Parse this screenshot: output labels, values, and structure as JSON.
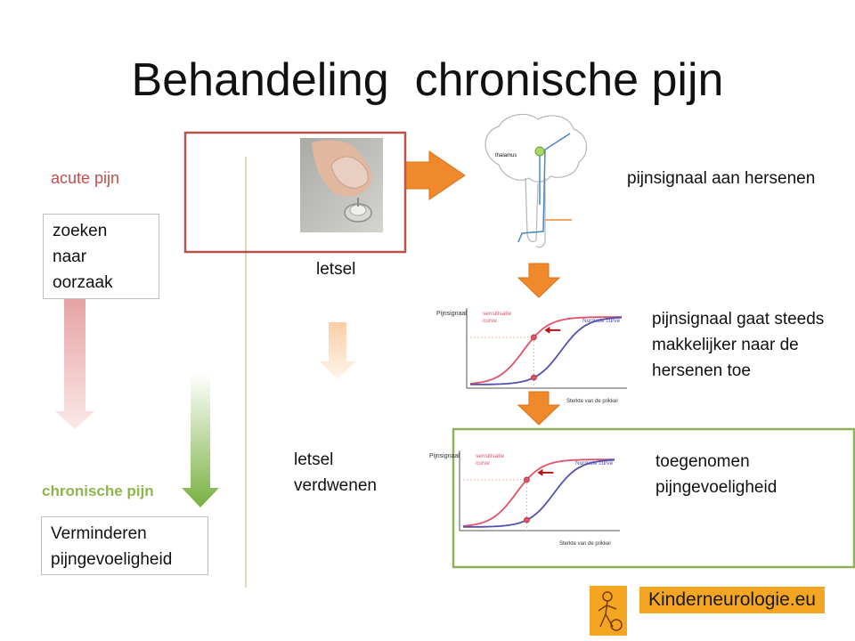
{
  "title": "Behandeling  chronische pijn",
  "left": {
    "acute_label": "acute pijn",
    "acute_box": [
      "zoeken",
      "naar",
      "oorzaak"
    ],
    "chronic_label": "chronische pijn",
    "chronic_box": [
      "Verminderen",
      "pijngevoeligheid"
    ]
  },
  "middle": {
    "letsel": "letsel",
    "letsel_verdwenen": [
      "letsel",
      "verdwenen"
    ]
  },
  "right": {
    "signal_brain": "pijnsignaal aan hersenen",
    "brain_label": "thalamus",
    "signal_easier": [
      "pijnsignaal gaat steeds",
      "makkelijker naar de",
      "hersenen toe"
    ],
    "increased_sensitivity": [
      "toegenomen",
      "pijngevoeligheid"
    ]
  },
  "chart_data": [
    {
      "type": "line",
      "ylabel": "Pijnsignaal",
      "xlabel": "Sterkte van de prikkel",
      "series": [
        {
          "name": "sensitisatie curve",
          "color": "#e0526a"
        },
        {
          "name": "Normale curve",
          "color": "#5050b0"
        }
      ]
    },
    {
      "type": "line",
      "ylabel": "Pijnsignaal",
      "xlabel": "Sterkte van de prikkel",
      "series": [
        {
          "name": "sensitisatie curve",
          "color": "#e0526a"
        },
        {
          "name": "Normale curve",
          "color": "#5050b0"
        }
      ]
    }
  ],
  "logo": {
    "text": "Kinderneurologie.eu",
    "bg": "#f4a623"
  },
  "colors": {
    "orange": "#f0882c",
    "green_frame": "#8fb05a",
    "red_frame": "#b5524a",
    "acute": "#c0504d",
    "chronic": "#8fb64a"
  }
}
